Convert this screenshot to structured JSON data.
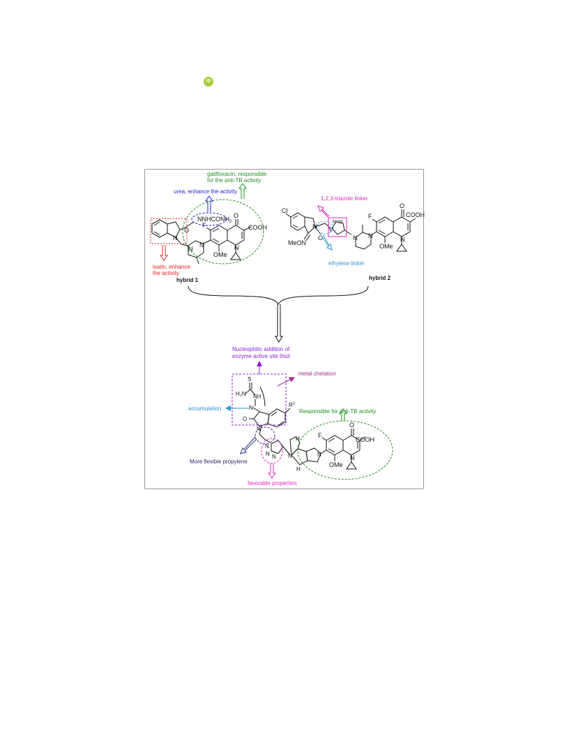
{
  "orcid": {
    "badge": "iD"
  },
  "colors": {
    "red": "#e0201c",
    "blue": "#1f1fd6",
    "green": "#1e8c1e",
    "magenta": "#e026c8",
    "sky": "#2a92d6",
    "purple": "#8a21d6",
    "violet": "#9b2a9b",
    "navy": "#2b2b75",
    "black": "#111111"
  },
  "hybrid1": {
    "label": "hybrid 1",
    "gatifloxacin_note_1": "gatifloxacin, responsible",
    "gatifloxacin_note_2": "for the anti-TB activity",
    "urea_note": "urea, enhance the activity",
    "isatin_note_1": "isatin, enhance",
    "isatin_note_2": "the activity",
    "group_urea": "NNHCONH",
    "group_urea_sub": "2",
    "atom_O": "O",
    "atom_N": "N",
    "atom_F": "F",
    "group_cooh": "COOH",
    "group_ome": "OMe"
  },
  "hybrid2": {
    "label": "hybrid 2",
    "triazole_note": "1,2,3-triazole linker",
    "ethylene_note": "ethylene linker",
    "atom_Cl": "Cl",
    "group_meon": "MeON",
    "atom_O": "O",
    "atom_N": "N",
    "triazole_atoms": "N=N",
    "atom_F": "F",
    "group_cooh": "COOH",
    "group_ome": "OMe"
  },
  "hybrid3": {
    "nucleophilic_1": "Nucleophilic addition of",
    "nucleophilic_2": "enzyme active site thiol",
    "metal_note": "metal chelation",
    "accumulation_note": "accumulation",
    "anti_tb_note": "Responsible for anti-TB activity",
    "propylene_note": "More flexible propylene",
    "favorable_note": "favorable properties",
    "atom_S": "S",
    "group_h2n": "H₂N",
    "group_nh": "NH",
    "atom_N": "N",
    "group_r": "R",
    "group_r_sup": "2",
    "atom_O": "O",
    "atom_H": "H",
    "atom_F": "F",
    "group_cooh": "COOH",
    "group_ome": "OMe"
  }
}
